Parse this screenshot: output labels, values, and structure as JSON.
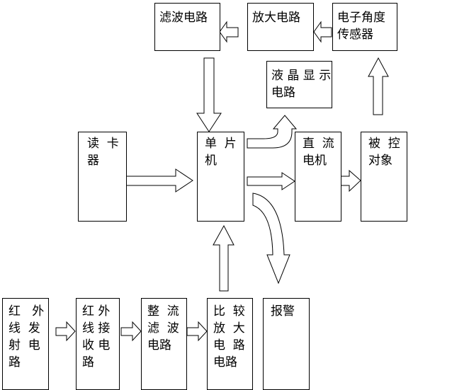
{
  "blocks": {
    "filter_top": "滤波电路",
    "amplifier": "放大电路",
    "angle_sensor": [
      "电子角度",
      "传感器"
    ],
    "lcd": [
      "液 晶 显 示",
      "电路"
    ],
    "card_reader": [
      "读  卡",
      "器"
    ],
    "mcu": [
      "单  片",
      "机"
    ],
    "dc_motor": [
      "直  流",
      "电机"
    ],
    "controlled_object": [
      "被  控",
      "对象"
    ],
    "ir_emitter": [
      "红   外",
      "线  发",
      "射  电",
      "路"
    ],
    "ir_receiver": [
      "红 外",
      "线 接",
      "收 电",
      "路"
    ],
    "rectifier_filter": [
      "整  流",
      "滤  波",
      "电路"
    ],
    "comparator_amp": [
      "比  较",
      "放  大",
      "电  路",
      "电路"
    ],
    "alarm": "报警"
  }
}
